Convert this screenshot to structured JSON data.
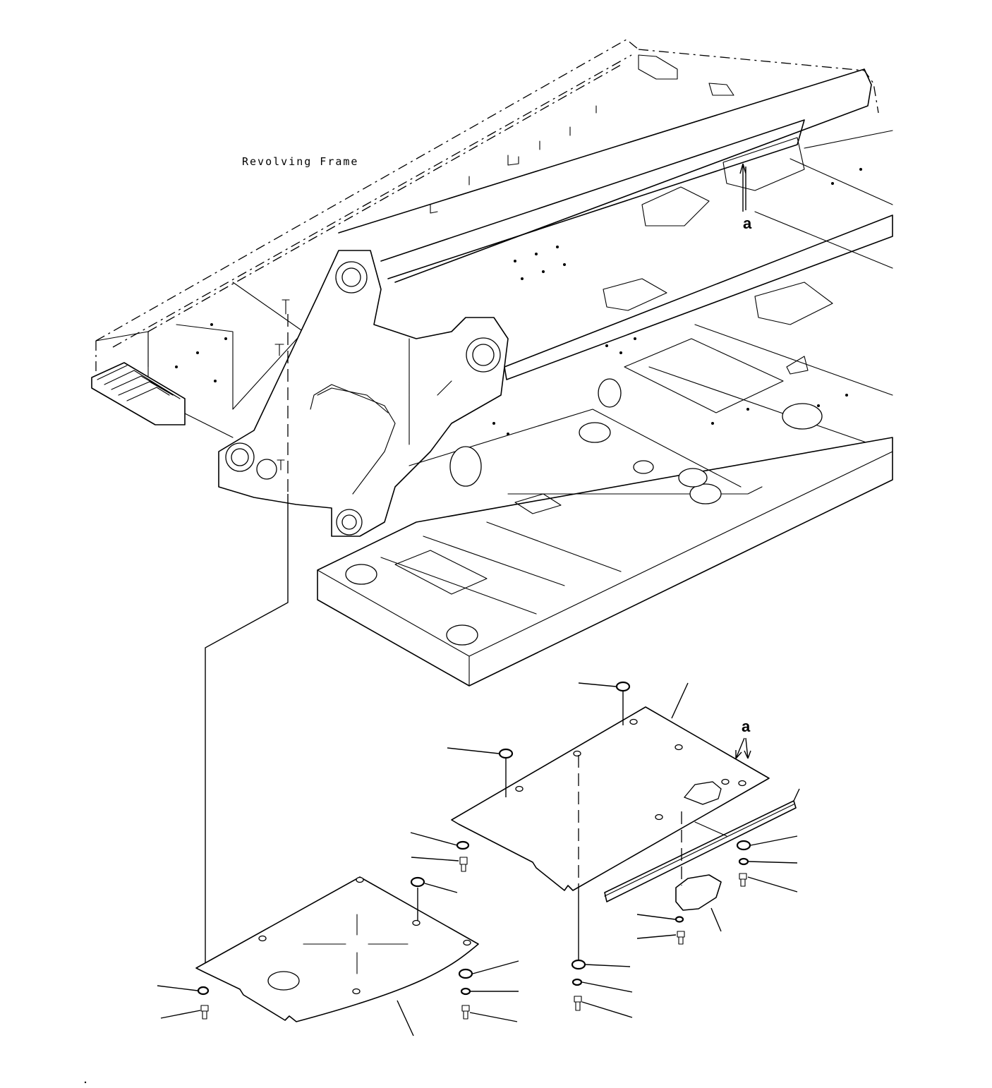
{
  "labels": {
    "frame_title": "Revolving Frame",
    "ref_a_top": "a",
    "ref_a_bottom": "a"
  }
}
